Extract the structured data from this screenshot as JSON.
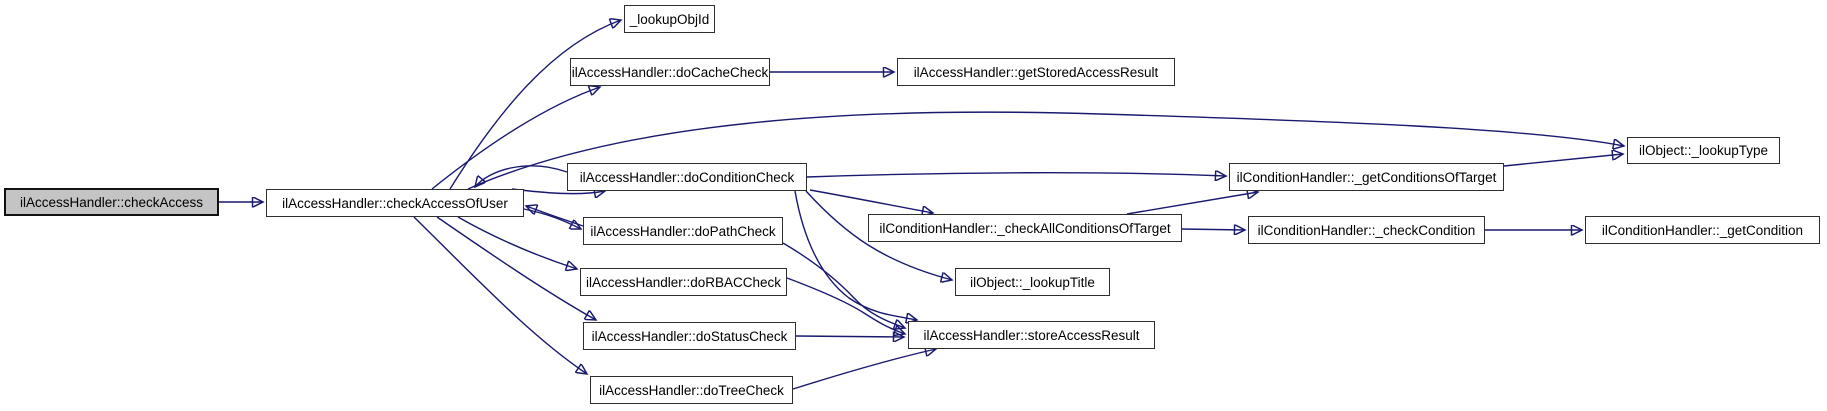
{
  "diagram": {
    "type": "call-graph",
    "description": "Doxygen-style function call graph",
    "colors": {
      "edge": "#191970",
      "node_border": "#2e2e2e",
      "node_fill": "#ffffff",
      "highlight_fill": "#c4c4c4",
      "text": "#000000",
      "background": "#ffffff"
    },
    "nodes": [
      {
        "id": "check-access",
        "label": "ilAccessHandler::checkAccess",
        "highlighted": true
      },
      {
        "id": "check-access-of-user",
        "label": "ilAccessHandler::checkAccessOfUser",
        "highlighted": false
      },
      {
        "id": "lookup-obj-id",
        "label": "_lookupObjId",
        "highlighted": false
      },
      {
        "id": "do-cache-check",
        "label": "ilAccessHandler::doCacheCheck",
        "highlighted": false
      },
      {
        "id": "get-stored-access-result",
        "label": "ilAccessHandler::getStoredAccessResult",
        "highlighted": false
      },
      {
        "id": "do-condition-check",
        "label": "ilAccessHandler::doConditionCheck",
        "highlighted": false
      },
      {
        "id": "get-conditions-of-target",
        "label": "ilConditionHandler::_getConditionsOfTarget",
        "highlighted": false
      },
      {
        "id": "lookup-type",
        "label": "ilObject::_lookupType",
        "highlighted": false
      },
      {
        "id": "do-path-check",
        "label": "ilAccessHandler::doPathCheck",
        "highlighted": false
      },
      {
        "id": "check-all-conditions-of-target",
        "label": "ilConditionHandler::_checkAllConditionsOfTarget",
        "highlighted": false
      },
      {
        "id": "check-condition",
        "label": "ilConditionHandler::_checkCondition",
        "highlighted": false
      },
      {
        "id": "get-condition",
        "label": "ilConditionHandler::_getCondition",
        "highlighted": false
      },
      {
        "id": "do-rbac-check",
        "label": "ilAccessHandler::doRBACCheck",
        "highlighted": false
      },
      {
        "id": "lookup-title",
        "label": "ilObject::_lookupTitle",
        "highlighted": false
      },
      {
        "id": "do-status-check",
        "label": "ilAccessHandler::doStatusCheck",
        "highlighted": false
      },
      {
        "id": "store-access-result",
        "label": "ilAccessHandler::storeAccessResult",
        "highlighted": false
      },
      {
        "id": "do-tree-check",
        "label": "ilAccessHandler::doTreeCheck",
        "highlighted": false
      }
    ],
    "edges": [
      {
        "from": "check-access",
        "to": "check-access-of-user"
      },
      {
        "from": "check-access-of-user",
        "to": "lookup-obj-id"
      },
      {
        "from": "check-access-of-user",
        "to": "do-cache-check"
      },
      {
        "from": "do-cache-check",
        "to": "get-stored-access-result"
      },
      {
        "from": "check-access-of-user",
        "to": "lookup-type"
      },
      {
        "from": "check-access-of-user",
        "to": "do-condition-check"
      },
      {
        "from": "do-condition-check",
        "to": "check-access-of-user"
      },
      {
        "from": "do-condition-check",
        "to": "get-conditions-of-target"
      },
      {
        "from": "do-condition-check",
        "to": "check-all-conditions-of-target"
      },
      {
        "from": "do-condition-check",
        "to": "lookup-title"
      },
      {
        "from": "do-condition-check",
        "to": "store-access-result"
      },
      {
        "from": "get-conditions-of-target",
        "to": "lookup-type"
      },
      {
        "from": "check-all-conditions-of-target",
        "to": "get-conditions-of-target"
      },
      {
        "from": "check-all-conditions-of-target",
        "to": "check-condition"
      },
      {
        "from": "check-condition",
        "to": "get-condition"
      },
      {
        "from": "check-access-of-user",
        "to": "do-path-check"
      },
      {
        "from": "do-path-check",
        "to": "check-access-of-user"
      },
      {
        "from": "do-path-check",
        "to": "store-access-result"
      },
      {
        "from": "check-access-of-user",
        "to": "do-rbac-check"
      },
      {
        "from": "do-rbac-check",
        "to": "store-access-result"
      },
      {
        "from": "check-access-of-user",
        "to": "do-status-check"
      },
      {
        "from": "do-status-check",
        "to": "store-access-result"
      },
      {
        "from": "check-access-of-user",
        "to": "do-tree-check"
      },
      {
        "from": "do-tree-check",
        "to": "store-access-result"
      }
    ]
  }
}
